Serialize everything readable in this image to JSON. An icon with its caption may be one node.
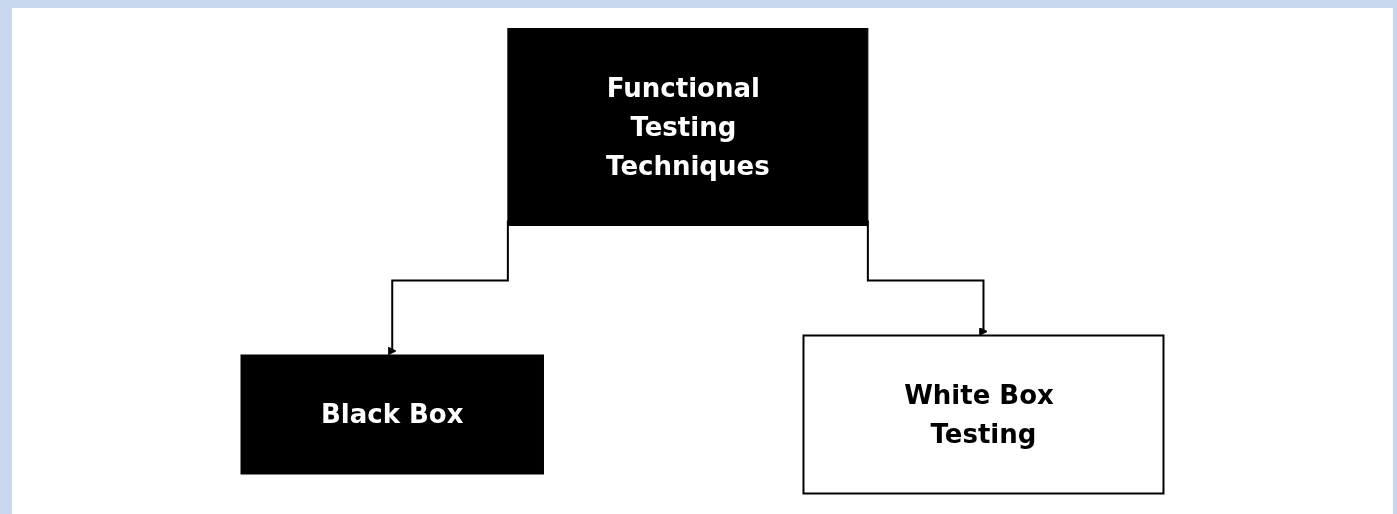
{
  "diagram": {
    "nodes": [
      {
        "text": [
          "Functional Testing Techniques"
        ]
      },
      {
        "text": [
          "Black Box"
        ]
      },
      {
        "text": [
          "White Box Testing"
        ]
      }
    ],
    "edges": [
      {
        "from": 0,
        "to": 1,
        "arrow": "to"
      },
      {
        "from": 0,
        "to": 2,
        "arrow": "to"
      }
    ]
  }
}
